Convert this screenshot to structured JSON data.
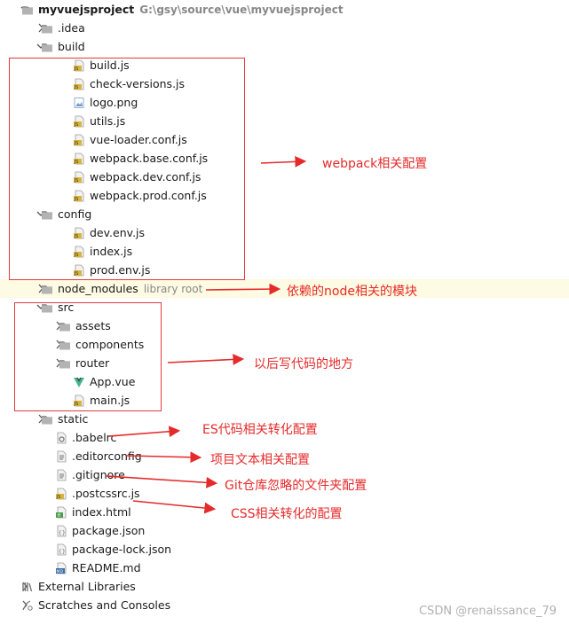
{
  "tree": [
    {
      "label": "myvuejsproject",
      "sub": "G:\\gsy\\source\\vue\\myvuejsproject",
      "icon": "folder-icon",
      "chevron": "down",
      "depth": 0,
      "bold": true
    },
    {
      "label": ".idea",
      "icon": "folder-icon",
      "chevron": "right",
      "depth": 1
    },
    {
      "label": "build",
      "icon": "folder-icon",
      "chevron": "down",
      "depth": 1
    },
    {
      "label": "build.js",
      "icon": "js-file-icon",
      "depth": 2
    },
    {
      "label": "check-versions.js",
      "icon": "js-file-icon",
      "depth": 2
    },
    {
      "label": "logo.png",
      "icon": "image-file-icon",
      "depth": 2
    },
    {
      "label": "utils.js",
      "icon": "js-file-icon",
      "depth": 2
    },
    {
      "label": "vue-loader.conf.js",
      "icon": "js-file-icon",
      "depth": 2
    },
    {
      "label": "webpack.base.conf.js",
      "icon": "js-file-icon",
      "depth": 2
    },
    {
      "label": "webpack.dev.conf.js",
      "icon": "js-file-icon",
      "depth": 2
    },
    {
      "label": "webpack.prod.conf.js",
      "icon": "js-file-icon",
      "depth": 2
    },
    {
      "label": "config",
      "icon": "folder-icon",
      "chevron": "down",
      "depth": 1
    },
    {
      "label": "dev.env.js",
      "icon": "js-file-icon",
      "depth": 2
    },
    {
      "label": "index.js",
      "icon": "js-file-icon",
      "depth": 2
    },
    {
      "label": "prod.env.js",
      "icon": "js-file-icon",
      "depth": 2
    },
    {
      "label": "node_modules",
      "sub": "library root",
      "icon": "folder-icon",
      "chevron": "right",
      "depth": 1,
      "highlight": true
    },
    {
      "label": "src",
      "icon": "folder-icon",
      "chevron": "down",
      "depth": 1
    },
    {
      "label": "assets",
      "icon": "folder-icon",
      "chevron": "right",
      "depth": 2
    },
    {
      "label": "components",
      "icon": "folder-icon",
      "chevron": "right",
      "depth": 2
    },
    {
      "label": "router",
      "icon": "folder-icon",
      "chevron": "right",
      "depth": 2
    },
    {
      "label": "App.vue",
      "icon": "vue-file-icon",
      "depth": 2
    },
    {
      "label": "main.js",
      "icon": "js-file-icon",
      "depth": 2
    },
    {
      "label": "static",
      "icon": "folder-icon",
      "chevron": "right",
      "depth": 1
    },
    {
      "label": ".babelrc",
      "icon": "config-file-icon",
      "depth": 1
    },
    {
      "label": ".editorconfig",
      "icon": "text-file-icon",
      "depth": 1
    },
    {
      "label": ".gitignore",
      "icon": "text-file-icon",
      "depth": 1
    },
    {
      "label": ".postcssrc.js",
      "icon": "js-file-icon",
      "depth": 1
    },
    {
      "label": "index.html",
      "icon": "html-file-icon",
      "depth": 1
    },
    {
      "label": "package.json",
      "icon": "json-file-icon",
      "depth": 1
    },
    {
      "label": "package-lock.json",
      "icon": "json-file-icon",
      "depth": 1
    },
    {
      "label": "README.md",
      "icon": "markdown-file-icon",
      "depth": 1
    },
    {
      "label": "External Libraries",
      "icon": "library-icon",
      "chevron": "right",
      "depth": 0
    },
    {
      "label": "Scratches and Consoles",
      "icon": "scratches-icon",
      "chevron": "right",
      "depth": 0
    }
  ],
  "annotations": {
    "webpack": "webpack相关配置",
    "node_modules": "依赖的node相关的模块",
    "src": "以后写代码的地方",
    "babelrc": "ES代码相关转化配置",
    "editorconfig": "项目文本相关配置",
    "gitignore": "Git仓库忽略的文件夹配置",
    "postcssrc": "CSS相关转化的配置"
  },
  "watermark": "CSDN @renaissance_79",
  "colors": {
    "annotation": "#e52a2a",
    "highlight_row": "#fdfbe3",
    "folder": "#8f8f8f",
    "js_badge": "#d9b43a"
  }
}
